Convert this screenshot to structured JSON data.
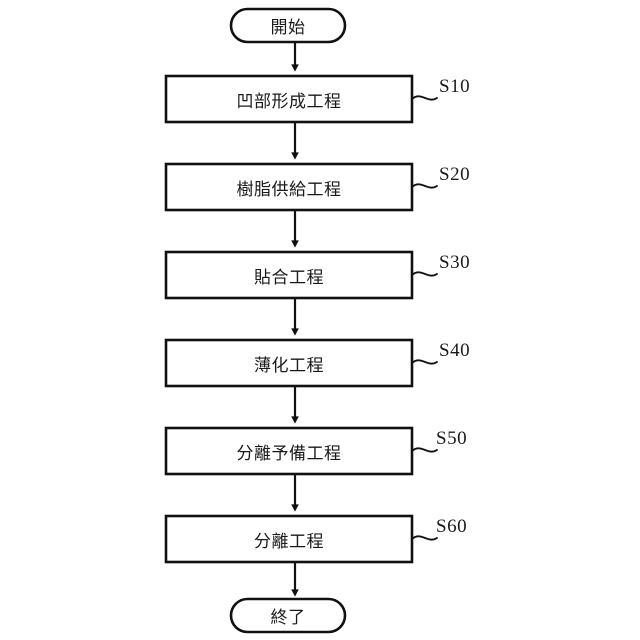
{
  "diagram": {
    "type": "flowchart",
    "orientation": "vertical",
    "language": "ja",
    "colors": {
      "stroke": "#111111",
      "fill": "#ffffff",
      "text": "#1a1a1a"
    },
    "terminals": {
      "start": {
        "label": "開始",
        "shape": "stadium"
      },
      "end": {
        "label": "終了",
        "shape": "stadium"
      }
    },
    "steps": [
      {
        "label": "凹部形成工程",
        "code": "S10"
      },
      {
        "label": "樹脂供給工程",
        "code": "S20"
      },
      {
        "label": "貼合工程",
        "code": "S30"
      },
      {
        "label": "薄化工程",
        "code": "S40"
      },
      {
        "label": "分離予備工程",
        "code": "S50"
      },
      {
        "label": "分離工程",
        "code": "S60"
      }
    ]
  }
}
